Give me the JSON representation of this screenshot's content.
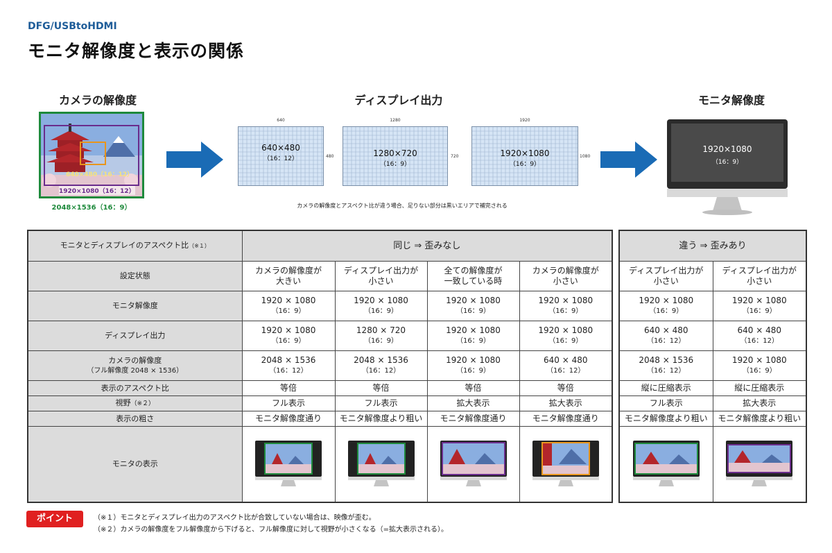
{
  "header": {
    "subtitle": "DFG/USBtoHDMI",
    "title": "モニタ解像度と表示の関係"
  },
  "diagram": {
    "camera_heading": "カメラの解像度",
    "display_heading": "ディスプレイ出力",
    "monitor_heading": "モニタ解像度",
    "camera_inner_label_1": "640×480（16：12）",
    "camera_inner_label_2": "1920×1080（16：12）",
    "camera_caption": "2048×1536（16：9）",
    "boxes": [
      {
        "width_label": "640",
        "height_label": "480",
        "res": "640×480",
        "ratio": "（16：12）"
      },
      {
        "width_label": "1280",
        "height_label": "720",
        "res": "1280×720",
        "ratio": "（16：9）"
      },
      {
        "width_label": "1920",
        "height_label": "1080",
        "res": "1920×1080",
        "ratio": "（16：9）"
      }
    ],
    "monitor_res": "1920×1080",
    "monitor_ratio": "（16：9）",
    "note": "カメラの解像度とアスペクト比が違う場合、足りない部分は黒いエリアで補完される"
  },
  "table": {
    "aspect_header": "モニタとディスプレイのアスペクト比",
    "aspect_header_note": "（※１）",
    "group_same": "同じ ⇒ 歪みなし",
    "group_diff": "違う ⇒ 歪みあり",
    "row_labels": {
      "setting": "設定状態",
      "monitor_res": "モニタ解像度",
      "display_out": "ディスプレイ出力",
      "camera_res": "カメラの解像度",
      "camera_res_sub": "（フル解像度 2048 × 1536）",
      "aspect": "表示のアスペクト比",
      "fov": "視野",
      "fov_note": "（※２）",
      "coarse": "表示の粗さ",
      "display": "モニタの表示"
    },
    "columns": [
      {
        "setting_1": "カメラの解像度が",
        "setting_2": "大きい",
        "mon": "1920 × 1080",
        "mon_r": "（16：9）",
        "disp": "1920 × 1080",
        "disp_r": "（16：9）",
        "cam": "2048 × 1536",
        "cam_r": "（16：12）",
        "aspect": "等倍",
        "fov": "フル表示",
        "coarse": "モニタ解像度通り"
      },
      {
        "setting_1": "ディスプレイ出力が",
        "setting_2": "小さい",
        "mon": "1920 × 1080",
        "mon_r": "（16：9）",
        "disp": "1280 × 720",
        "disp_r": "（16：9）",
        "cam": "2048 × 1536",
        "cam_r": "（16：12）",
        "aspect": "等倍",
        "fov": "フル表示",
        "coarse": "モニタ解像度より粗い"
      },
      {
        "setting_1": "全ての解像度が",
        "setting_2": "一致している時",
        "mon": "1920 × 1080",
        "mon_r": "（16：9）",
        "disp": "1920 × 1080",
        "disp_r": "（16：9）",
        "cam": "1920 × 1080",
        "cam_r": "（16：9）",
        "aspect": "等倍",
        "fov": "拡大表示",
        "coarse": "モニタ解像度通り"
      },
      {
        "setting_1": "カメラの解像度が",
        "setting_2": "小さい",
        "mon": "1920 × 1080",
        "mon_r": "（16：9）",
        "disp": "1920 × 1080",
        "disp_r": "（16：9）",
        "cam": "640 × 480",
        "cam_r": "（16：12）",
        "aspect": "等倍",
        "fov": "拡大表示",
        "coarse": "モニタ解像度通り"
      },
      {
        "setting_1": "ディスプレイ出力が",
        "setting_2": "小さい",
        "mon": "1920 × 1080",
        "mon_r": "（16：9）",
        "disp": "640 × 480",
        "disp_r": "（16：12）",
        "cam": "2048 × 1536",
        "cam_r": "（16：12）",
        "aspect": "縦に圧縮表示",
        "fov": "フル表示",
        "coarse": "モニタ解像度より粗い"
      },
      {
        "setting_1": "ディスプレイ出力が",
        "setting_2": "小さい",
        "mon": "1920 × 1080",
        "mon_r": "（16：9）",
        "disp": "640 × 480",
        "disp_r": "（16：12）",
        "cam": "1920 × 1080",
        "cam_r": "（16：9）",
        "aspect": "縦に圧縮表示",
        "fov": "拡大表示",
        "coarse": "モニタ解像度より粗い"
      }
    ]
  },
  "footer": {
    "badge": "ポイント",
    "note1": "（※１）モニタとディスプレイ出力のアスペクト比が合致していない場合は、映像が歪む。",
    "note2": "（※２）カメラの解像度をフル解像度から下げると、フル解像度に対して視野が小さくなる（=拡大表示される）。"
  },
  "colors": {
    "accent_blue": "#1f5d99",
    "arrow_blue": "#1a6bb5",
    "green_frame": "#1e8a3c",
    "purple_frame": "#6a2c8c",
    "orange_frame": "#e8951c",
    "point_red": "#e02020"
  }
}
